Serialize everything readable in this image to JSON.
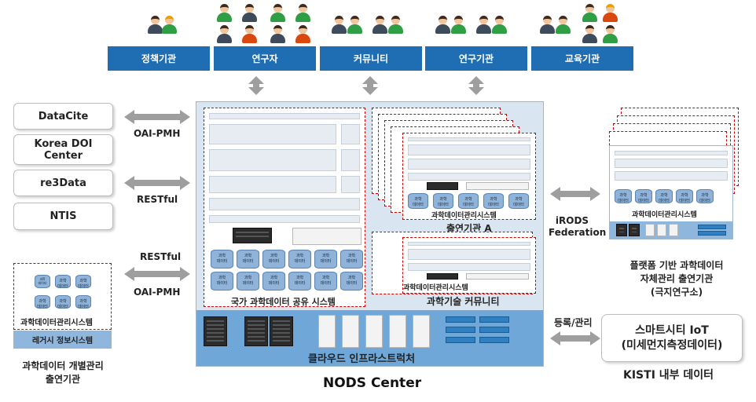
{
  "stakeholders": [
    "정책기관",
    "연구자",
    "커뮤니티",
    "연구기관",
    "교육기관"
  ],
  "left_services": [
    "DataCite",
    "Korea DOI\nCenter",
    "re3Data",
    "NTIS"
  ],
  "protocols": {
    "oai_pmh_top": "OAI-PMH",
    "restful_top": "RESTful",
    "restful_bottom": "RESTful",
    "oai_pmh_bottom": "OAI-PMH",
    "irods": "iRODS\nFederation",
    "register": "등록/관리"
  },
  "legacy": {
    "system_label": "과학데이터관리시스템",
    "bar_label": "레거시 정보시스템",
    "caption": "과학데이터 개별관리\n출연기관",
    "cyl_label": "과학\n데이터"
  },
  "nods": {
    "title": "NODS Center",
    "national_system": "국가 과학데이터 공유 시스템",
    "cloud": "클라우드 인프라스트럭처",
    "institute_system": "과학데이터관리시스템",
    "institute_label": "출연기관 A",
    "community_label": "과학기술 커뮤니티",
    "cyl_label": "과학\n데이터"
  },
  "platform": {
    "system_label": "과학데이터관리시스템",
    "caption": "플랫폼 기반 과학데이터\n자체관리 출연기관\n(극지연구소)"
  },
  "kisti": {
    "box": "스마트시티 IoT\n(미세먼지측정데이터)",
    "caption": "KISTI 내부 데이터"
  },
  "colors": {
    "accent": "#1f6db3",
    "frame": "#d9e6f2",
    "dashed": "#d40000"
  }
}
